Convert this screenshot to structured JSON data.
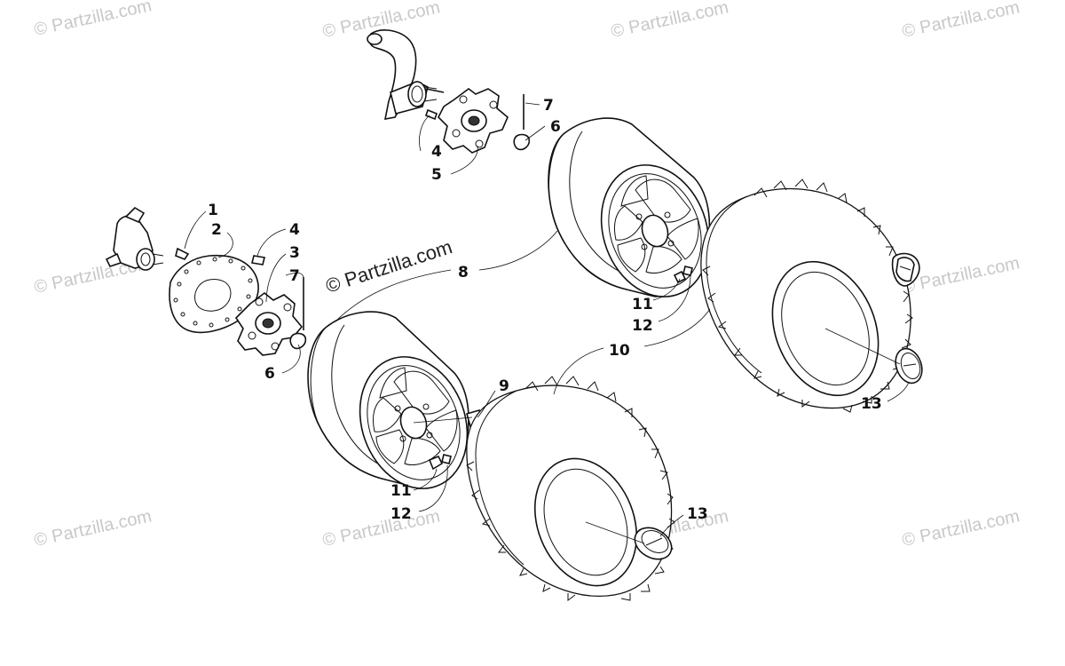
{
  "watermark": {
    "repeat_text": "© Partzilla.com",
    "center_text": "© Partzilla.com"
  },
  "callouts": [
    {
      "id": "c1",
      "label": "1"
    },
    {
      "id": "c2",
      "label": "2"
    },
    {
      "id": "c3",
      "label": "3"
    },
    {
      "id": "c4a",
      "label": "4"
    },
    {
      "id": "c4b",
      "label": "4"
    },
    {
      "id": "c5",
      "label": "5"
    },
    {
      "id": "c6a",
      "label": "6"
    },
    {
      "id": "c6b",
      "label": "6"
    },
    {
      "id": "c7a",
      "label": "7"
    },
    {
      "id": "c7b",
      "label": "7"
    },
    {
      "id": "c8",
      "label": "8"
    },
    {
      "id": "c9",
      "label": "9"
    },
    {
      "id": "c10",
      "label": "10"
    },
    {
      "id": "c11a",
      "label": "11"
    },
    {
      "id": "c11b",
      "label": "11"
    },
    {
      "id": "c12a",
      "label": "12"
    },
    {
      "id": "c12b",
      "label": "12"
    },
    {
      "id": "c13a",
      "label": "13"
    },
    {
      "id": "c13b",
      "label": "13"
    }
  ],
  "colors": {
    "ink": "#111111",
    "watermark": "#c8c8c8",
    "background": "#ffffff"
  }
}
